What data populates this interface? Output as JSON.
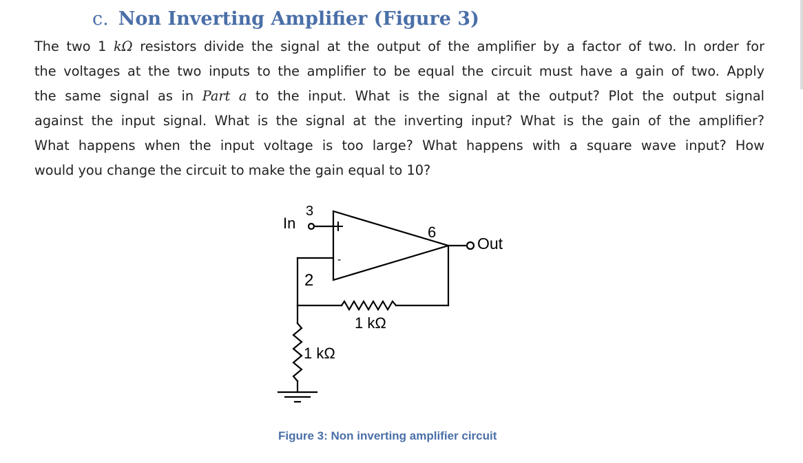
{
  "section": {
    "number": "c.",
    "title": "Non Inverting Amplifier (Figure 3)"
  },
  "paragraph": {
    "l1_a": "The two 1 ",
    "l1_math": "kΩ",
    "l1_b": " resistors divide the signal at the output of the amplifier by a factor of two. In order for",
    "l2": "the voltages at the two inputs to the amplifier to be equal the circuit must have a gain of two. Apply",
    "l3_a": "the same signal as in ",
    "l3_math": "Part a",
    "l3_b": " to the input. What is the signal at the output? Plot the output signal",
    "l4": "against the input signal. What is the signal at the inverting input? What is the gain of the amplifier?",
    "l5": "What happens when the input voltage is too large? What happens with a square wave input? How",
    "l6": "would you change the circuit to make the gain equal to 10?"
  },
  "figure": {
    "in_label": "In",
    "pin3": "3",
    "pin2": "2",
    "pin6": "6",
    "plus_sign": "+",
    "minus_sign": "-",
    "out_label": "Out",
    "feedback_resistor": "1 kΩ",
    "ground_resistor": "1 kΩ",
    "caption": "Figure 3: Non inverting amplifier circuit"
  }
}
